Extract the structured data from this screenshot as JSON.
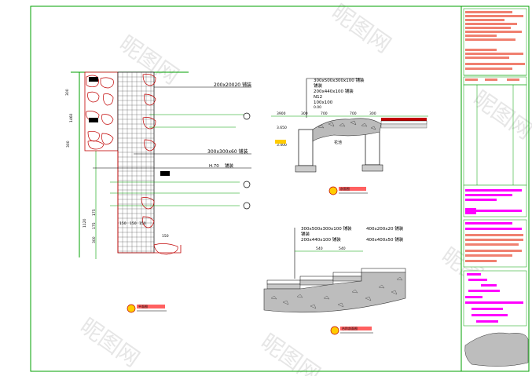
{
  "watermark": "昵图网",
  "plan": {
    "labels": {
      "paving_top": "200x20020 铺装",
      "paving_mid": "300x300x60 铺装",
      "elev_label": "H.70",
      "elev_text": "铺装",
      "dim_left_1": "300",
      "dim_left_2": "1460",
      "dim_left_3": "300",
      "dim_lower_1": "1120",
      "dim_lower_2": "150",
      "dim_lower_3": "175",
      "dim_lower_4": "175",
      "dim_lower_5": "300",
      "dim_bottom_1": "150",
      "dim_bottom_2": "150",
      "dim_bottom_3": "150",
      "dim_right_small": "150"
    },
    "title": "平面图"
  },
  "section_a": {
    "labels": {
      "l1": "300x500x300x100 铺装",
      "l2": "铺装",
      "l3": "200x440x100 铺装",
      "l4": "N12",
      "l5": "100x100",
      "l6": "0.00",
      "d1": "3900",
      "d2": "300",
      "d3": "700",
      "d4": "700",
      "d5": "300",
      "e1": "3.650",
      "e2": "3.400",
      "mid": "花池"
    },
    "title": "剖面图"
  },
  "section_b": {
    "labels": {
      "l1": "300x500x300x100 铺装",
      "l2": "铺装",
      "l3": "200x440x100 铺装",
      "l4": "400x200x20 铺装",
      "l5": "400x400x50 铺装",
      "d1": "540",
      "d2": "540"
    },
    "title": "台阶剖面图"
  },
  "title_block": {
    "rows_top": [
      "",
      "",
      "",
      "",
      "",
      "",
      ""
    ],
    "rows_mid": [
      "",
      "",
      "",
      "",
      ""
    ]
  },
  "colors": {
    "frame": "#00a000",
    "cyan": "#00bcbc",
    "pink": "#ff00ff",
    "salmon": "#f08070",
    "red": "#ff0000",
    "yellow": "#ffcc00"
  }
}
